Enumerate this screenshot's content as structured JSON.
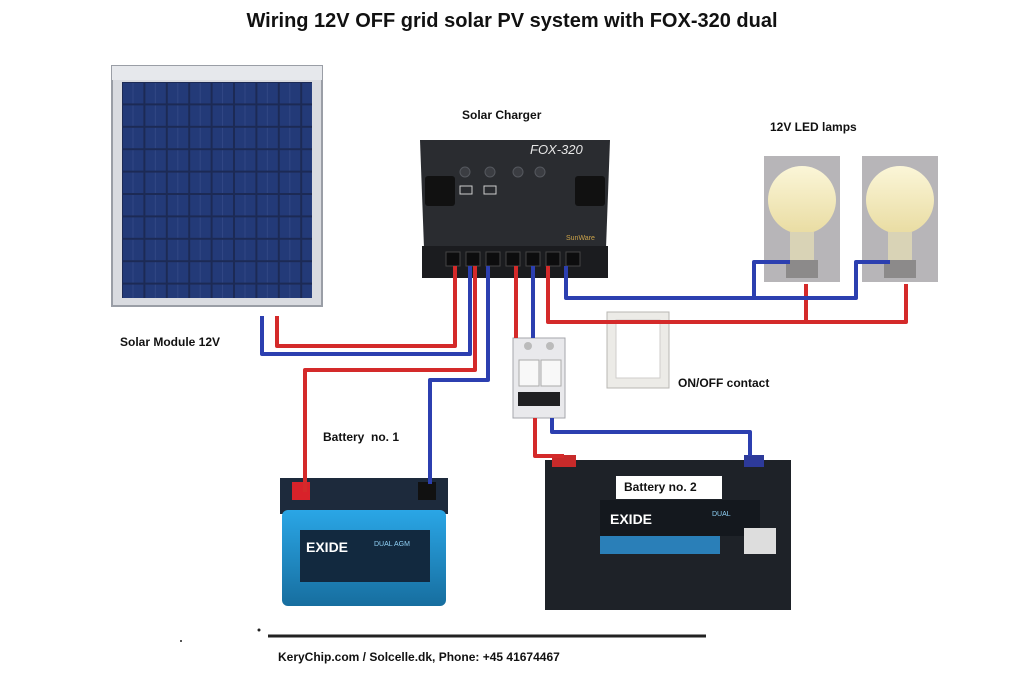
{
  "title": "Wiring 12V OFF grid solar PV system with FOX-320 dual",
  "labels": {
    "solar_charger": "Solar Charger",
    "led_lamps": "12V LED lamps",
    "solar_module": "Solar Module 12V",
    "on_off": "ON/OFF contact",
    "battery1": "Battery  no. 1",
    "battery2": "Battery no. 2"
  },
  "controller": {
    "model": "FOX-320",
    "brand": "SunWare"
  },
  "battery_brand": "EXIDE",
  "battery1_tag": "DUAL AGM",
  "battery2_tag": "DUAL",
  "footer": "KeryChip.com / Solcelle.dk, Phone: +45 41674467",
  "colors": {
    "positive_wire": "#d42a2a",
    "negative_wire": "#2c3fb0",
    "panel_cell": "#1c2a55",
    "battery1_body": "#1f8fd0",
    "battery2_body": "#1e2228"
  }
}
